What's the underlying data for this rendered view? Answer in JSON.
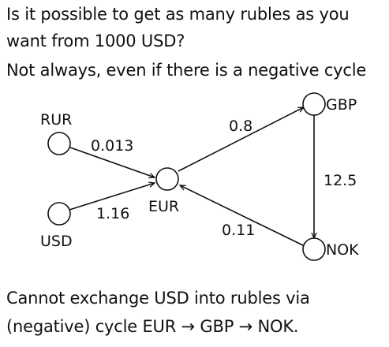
{
  "question": {
    "line1": "Is it possible to get as many rubles as you",
    "line2": "want from 1000 USD?",
    "line3": "Not always, even if there is a negative cycle"
  },
  "graph": {
    "nodes": {
      "rur": "RUR",
      "usd": "USD",
      "eur": "EUR",
      "gbp": "GBP",
      "nok": "NOK"
    },
    "edges": {
      "rur_eur": "0.013",
      "usd_eur": "1.16",
      "eur_gbp": "0.8",
      "gbp_nok": "12.5",
      "nok_eur": "0.11"
    }
  },
  "conclusion": {
    "line1": "Cannot exchange USD into rubles via",
    "line2": "(negative) cycle EUR → GBP → NOK."
  }
}
